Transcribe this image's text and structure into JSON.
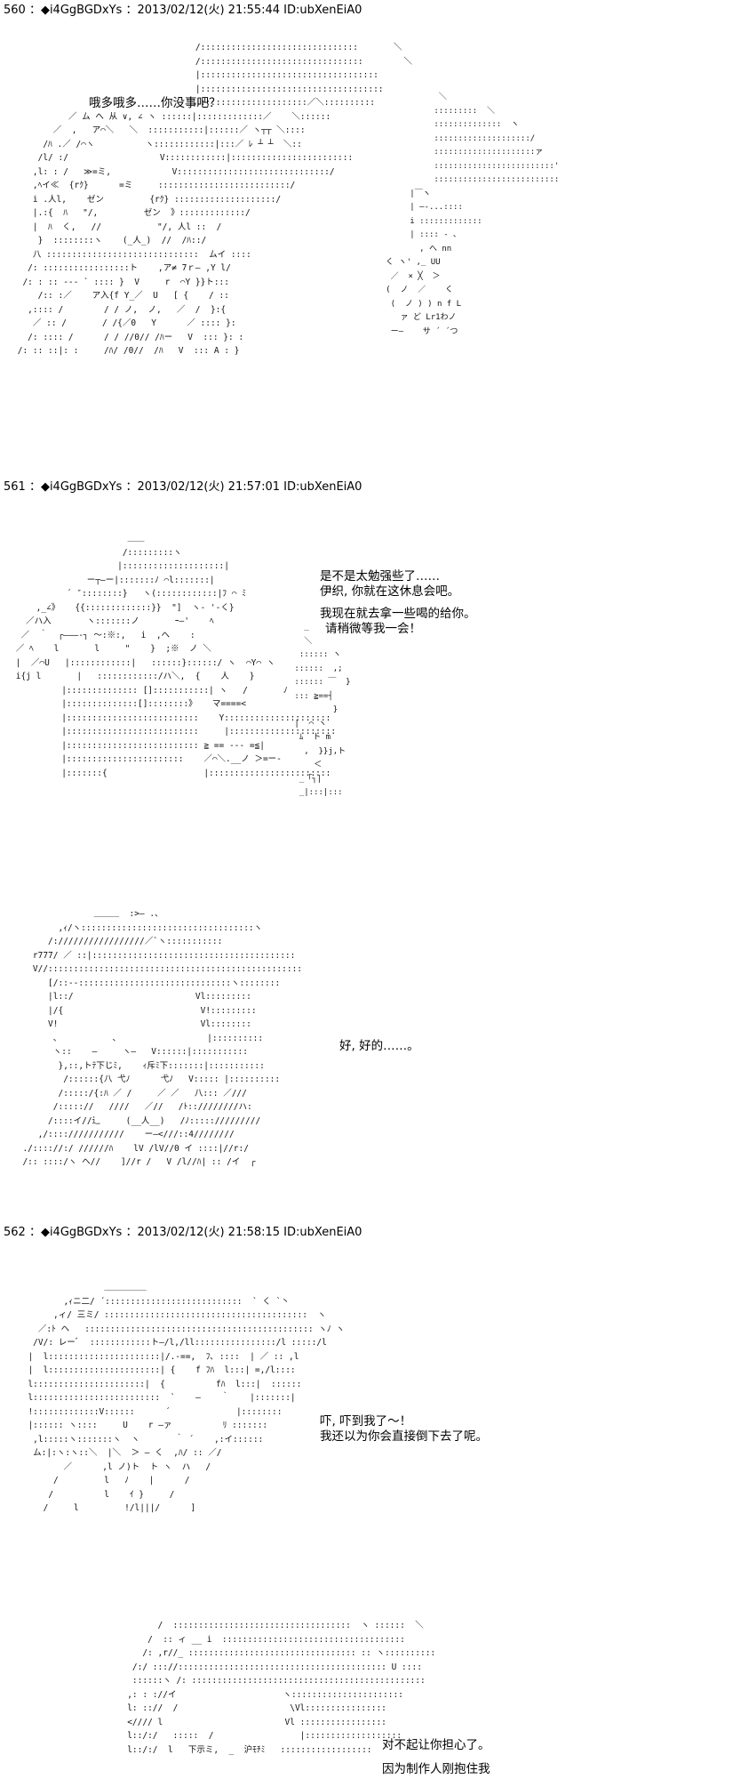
{
  "posts": [
    {
      "header": "560 ：◆i4GgBGDxYs ：2013/02/12(火) 21:55:44 ID:ubXenEiA0",
      "panels": [
        {
          "lines": [
            "哦多哦多……你没事吧？"
          ]
        }
      ]
    },
    {
      "header": "561 ：◆i4GgBGDxYs ：2013/02/12(火) 21:57:01 ID:ubXenEiA0",
      "panels": [
        {
          "lines": [
            "是不是太勉强些了……",
            "伊织, 你就在这休息会吧。",
            "",
            "我现在就去拿一些喝的给你。",
            "请稍微等我一会！"
          ]
        },
        {
          "lines": [
            "好, 好的……。"
          ]
        }
      ]
    },
    {
      "header": "562 ：◆i4GgBGDxYs ：2013/02/12(火) 21:58:15 ID:ubXenEiA0",
      "panels": [
        {
          "lines": [
            "吓, 吓到我了～！",
            "我还以为你会直接倒下去了呢。"
          ]
        },
        {
          "lines": [
            "对不起让你担心了。",
            "因为制作人刚抱住我"
          ]
        }
      ]
    }
  ],
  "art": {
    "a1": "                                    /:::::::::::::::::::::::::::::::       ＼\n                                    /::::::::::::::::::::::::::::::::        ＼\n                                    |:::::::::::::::::::::::::::::::::::\n                                    |::::::::::::::::::::::::::::::::::::\n                                    |:::::::::::::::::::::／＼::::::::::\n           ／ ム へ 从 ∨, ∠ ヽ ::::::|:::::::::::::／    ＼::::::\n        ／  ,   ア⌒＼   ＼  :::::::::::|::::::／ ヽ┬┬ ＼::::\n      /ﾊ .／ /⌒ヽ          ヽ::::::::::::|:::／ ﾚ ┴ ┴  ＼::\n     /l/ :/                  V::::::::::::|::::::::::::::::::::::::\n    ,l: : /   ≫=ミ,            V::::::::::::::::::::::::::::::/\n    ,ﾍイ≪  {rｸ}      =ミ     ::::::::::::::::::::::::::/\n    i .人l,    ゼン         {rｸ} ::::::::::::::::::::/\n    |.:{  ﾊ   \"/,         ゼン  》:::::::::::::/\n    |  ﾊ  く,   //           \"/, 人l ::  /\n     }  ::::::::ヽ    (_人_)  //  /ﾊ::/\n    八 ::::::::::::::::::::::::::::::  ムイ ::::\n   /: :::::::::::::::::ト    ,ア≠ 7ｒ― ,Y l/\n  /: : :: --- ` :::: }  V     r  ⌒Y }}ト:::\n     /:: :／    ア入{f Y_／  U   [ {    / ::\n   ,:::: /        / / ノ,  ノ,   ／  /  }:{\n    ／ :: /       / /{／0   Y      ／ :::: }:\n   /: :::: /      / / //0// /ﾊー   V  ::: }: :\n /: :: ::|: :     /ﾊ/ /0//  /ﾊ   V  ::: A : }",
    "a2": "                     ＼\n                    :::::::::  ＼\n                    ::::::::::::::  ヽ\n                    ::::::::::::::::::::/\n                    :::::::::::::::::::::ァ\n                    :::::::::::::::::::::::::'\n                    ::::::::::::::::::::::::::\n               |￣ヽ\n               | ―-...::::\n               i :::::::::::::\n               | :::: - ､\n                 , へ nn\n          く ヽ' ,_ UU\n           ／  × ╳  ＞\n          (  ノ  ／    く\n           (  ノ ) ) n f L\n             ァ ど Lr1わノ\n           ー―    サ ´ ´つ",
    "a3": "                       ＿＿\n                      /:::::::::ヽ\n                     |::::::::::::::::::::|\n               ー┬―ー|:::::::ﾉ ⌒l:::::::|\n           ´ ″::::::::}   ヽ(::::::::::::|ﾌ ⌒ ﾐ\n     ,_∠》   {{:::::::::::::}}  \"]  ヽ- '-く}\n   ／ハ入       ヽ:::::::ノ       ｰ―'    ﾍ\n  ／  ｀  ┌―――‐┐ ～:※:,   i  ,ヘ    :\n ／ ﾍ    l       l     \"    }  ;※  ノ ＼\n |  ／⌒U   |::::::::::::|   ::::::}::::::/ ヽ  ⌒Y⌒ ヽ\n i{j l       |   ::::::::::::/ハ＼,  {    人    }\n          |:::::::::::::: []:::::::::::| ヽ   /       ﾉ\n          |::::::::::::::[]::::::::》   マ====<\n          |::::::::::::::::::::::::::    Y:::::::::::::::::::::\n          |::::::::::::::::::::::::::     |:::::::::::::::::::::\n          |:::::::::::::::::::::::::: ≧ == --- =≦|\n          |:::::::::::::::::::::::    ／⌒＼.__ノ ＞=ー-\n          |:::::::{                   |::::::::::::::::::::::::",
    "a4": "   _\n   ＼\n  :::::: ヽ\n ::::::  ,;\n :::::: ￣  }\n ::: ≧==┤\n         }\n |  ⌒ ヽ\n  ﾑ  ト m\n   ,  }}j,ト\n     ＜\n  _「┐|\n  _|:::|:::",
    "a5": "                ＿＿＿  :>― .、\n         ,ｨ/ヽ::::::::::::::::::::::::::::::::::ヽ\n       /://///////////////／`ヽ:::::::::::\n    r777/ ／ ::|::::::::::::::::::::::::::::::::::::::::\n    V//::::::::::::::::::::::::::::::::::::::::::::::::::\n       [/::--::::::::::::::::::::::::::::::ヽ::::::::\n       |l::/                        Vl:::::::::\n       |/{                           V!:::::::::\n       V!                            Vl::::::::\n        、          、                 |::::::::::\n        ヽ::    ―     ヽ―   V::::::|:::::::::::\n         },::,トﾃ下じﾐ,    ｨ斥ﾐ下:::::::|:::::::::::\n          /::::::{八 弋ﾉ      弋ﾉ   V::::: |::::::::::\n         /:::::/{:ﾊ ／ /     ／ ／   八::: ／///\n        /::::://   ////   ／//   /ﾄ::////////ハ:\n       /::::イ//辶     (__人__)   /ﾉ::::://///////\n     ,/::::///////////    ー―<///::4////////\n  ./:::://:/ //////ﾊ    lV /lV//0 イ ::::|//r:/\n  /:: ::::/ヽ ヘ//    ]//r /   V /l//ﾊ| :: /イ  ┌",
    "a6": "                 ＿＿＿＿＿\n         ,ｨニ二/ ´:::::::::::::::::::::::::::  ` く `丶\n       ,ィ/ 三ミ/ ::::::::::::::::::::::::::::::::::::::::  ヽ\n    ／:ﾄ ヘ   ::::::::::::::::::::::::::::::::::::::::::::: ヽﾉ ヽ\n   /V/: レーﾞ  ::::::::::::ト―/l,/ll::::::::::::::::/l :::::/l\n  |  l::::::::::::::::::::::|/.-==,  ﾌ､ ::::  | ／ :: ,l\n  |  l::::::::::::::::::::::| {    f ﾌﾊ  l:::| =,/l::::\n  l::::::::::::::::::::::|  {          fﾊ  l:::|  ::::::\n  l:::::::::::::::::::::::::  `    ―    ｀    |:::::::|\n  !:::::::::::::V::::::      ´             |::::::::\n  |:::::: ヽ::::     U    r ―ァ          ﾘ :::::::\n   ,l:::::ヽ:::::::ヽ  ヽ       ｀ ´    ,:イ::::::\n   ム:|:ヽ:ヽ::＼  |＼  ＞ ― く  ,ﾊ/ :: ／/\n         ／      ,l ノ)ト  ト ヽ  ハ   /\n       /         l   ﾉ    |      /\n      /          l    ｲ }     /\n     /     l         !/l|||/      ]",
    "a7": "                /  :::::::::::::::::::::::::::::::::::  ヽ ::::::  ＼\n              /  :: ィ __ i  ::::::::::::::::::::::::::::::::::::\n             /: ,r//_ ::::::::::::::::::::::::::::::::: :: ヽ::::::::::\n           /:/ ::://::::::::::::::::::::::::::::::::::::::::: U ::::\n           ::::::ヽ /: ::::::::::::::::::::::::::::::::::::::::::::::\n          ,: : ://イ                     ヽ::::::::::::::::::::::\n          l: :://  /                      \\Vl::::::::::::::::\n          <//// l                        Vl :::::::::::::::::\n          l::/:/   :::::  /                 |:::::::::::::::::::\n          l::/:/  l   下示ミ,  _  沪ﾓﾁﾐ   ::::::::::::::::::"
  }
}
